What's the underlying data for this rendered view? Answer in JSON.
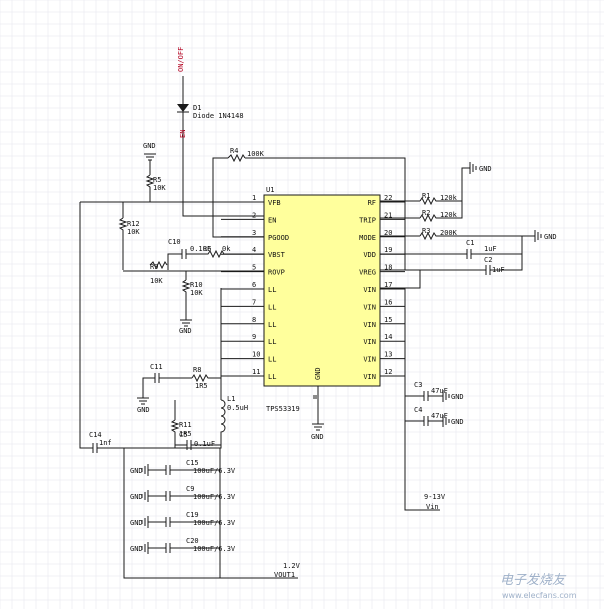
{
  "colors": {
    "ic_fill": "#ffff9c",
    "wire": "#1a1a1a",
    "net_red": "#b4001e",
    "grid": "#e6e6ee"
  },
  "chip": {
    "name": "TPS53319",
    "ref": "U1",
    "gnd": "GND",
    "left_pins": [
      {
        "num": "1",
        "name": "VFB"
      },
      {
        "num": "2",
        "name": "EN"
      },
      {
        "num": "3",
        "name": "PGOOD"
      },
      {
        "num": "4",
        "name": "VBST"
      },
      {
        "num": "5",
        "name": "ROVP"
      },
      {
        "num": "6",
        "name": "LL"
      },
      {
        "num": "7",
        "name": "LL"
      },
      {
        "num": "8",
        "name": "LL"
      },
      {
        "num": "9",
        "name": "LL"
      },
      {
        "num": "10",
        "name": "LL"
      },
      {
        "num": "11",
        "name": "LL"
      }
    ],
    "right_pins": [
      {
        "num": "22",
        "name": "RF"
      },
      {
        "num": "21",
        "name": "TRIP"
      },
      {
        "num": "20",
        "name": "MODE"
      },
      {
        "num": "19",
        "name": "VDD"
      },
      {
        "num": "18",
        "name": "VREG"
      },
      {
        "num": "17",
        "name": "VIN"
      },
      {
        "num": "16",
        "name": "VIN"
      },
      {
        "num": "15",
        "name": "VIN"
      },
      {
        "num": "14",
        "name": "VIN"
      },
      {
        "num": "13",
        "name": "VIN"
      },
      {
        "num": "12",
        "name": "VIN"
      }
    ]
  },
  "nets": {
    "on_off": "ON/OFF",
    "en": "EN",
    "gnd": "GND",
    "vin_range": "9-13V",
    "vin": "Vin",
    "vout_value": "1.2V",
    "vout": "VOUT1"
  },
  "parts": {
    "d1_ref": "D1",
    "d1_val": "Diode 1N4148",
    "r1_ref": "R1",
    "r1_val": "120k",
    "r2_ref": "R2",
    "r2_val": "120k",
    "r3_ref": "R3",
    "r3_val": "200K",
    "r4_ref": "R4",
    "r4_val": "100K",
    "r5_ref": "R5",
    "r5_val": "10K",
    "r6_ref": "R6",
    "r6_val": "0k",
    "r8_ref": "R8",
    "r8_val": "1R5",
    "r9_ref": "R9",
    "r9_val": "10K",
    "r10_ref": "R10",
    "r10_val": "10K",
    "r11_ref": "R11",
    "r11_val": "1R5",
    "r12_ref": "R12",
    "r12_val": "10K",
    "c1_ref": "C1",
    "c1_val": "1uF",
    "c2_ref": "C2",
    "c2_val": "1uF",
    "c3_ref": "C3",
    "c3_val": "47uF",
    "c4_ref": "C4",
    "c4_val": "47uF",
    "c10_ref": "C10",
    "c10_val": "0.1uF",
    "c11_ref": "C11",
    "c14_ref": "C14",
    "c14_val": "1nf",
    "c15_ref": "C15",
    "c15_val": "100uF/6.3V",
    "c9_ref": "C9",
    "c9_val": "100uF/6.3V",
    "c19_ref": "C19",
    "c19_val": "100uF/6.3V",
    "c20_ref": "C20",
    "c20_val": "100uF/6.3V",
    "c5_ref": "C5",
    "c5_val": "0.1uF",
    "l1_ref": "L1",
    "l1_val": "0.5uH"
  },
  "watermark": {
    "brand": "电子发烧友",
    "site": "www.elecfans.com"
  }
}
